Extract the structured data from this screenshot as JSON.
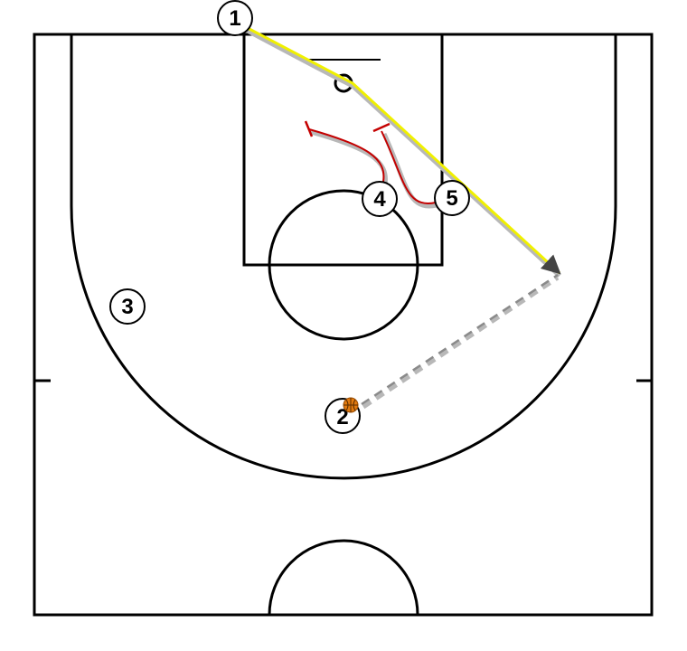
{
  "colors": {
    "court_lines": "#000000",
    "cut_path": "#f0f000",
    "screen_path": "#c40000",
    "pass_path": "#8a8a8a",
    "path_shadow": "#b8b8b8",
    "ball": "#e07a10",
    "background": "#ffffff"
  },
  "players": [
    {
      "id": "p1",
      "label": "1"
    },
    {
      "id": "p2",
      "label": "2",
      "has_ball": true
    },
    {
      "id": "p3",
      "label": "3"
    },
    {
      "id": "p4",
      "label": "4"
    },
    {
      "id": "p5",
      "label": "5"
    }
  ],
  "actions": [
    {
      "type": "cut",
      "player": "1"
    },
    {
      "type": "screen",
      "player": "4"
    },
    {
      "type": "screen",
      "player": "5"
    },
    {
      "type": "pass",
      "from": "2"
    }
  ]
}
